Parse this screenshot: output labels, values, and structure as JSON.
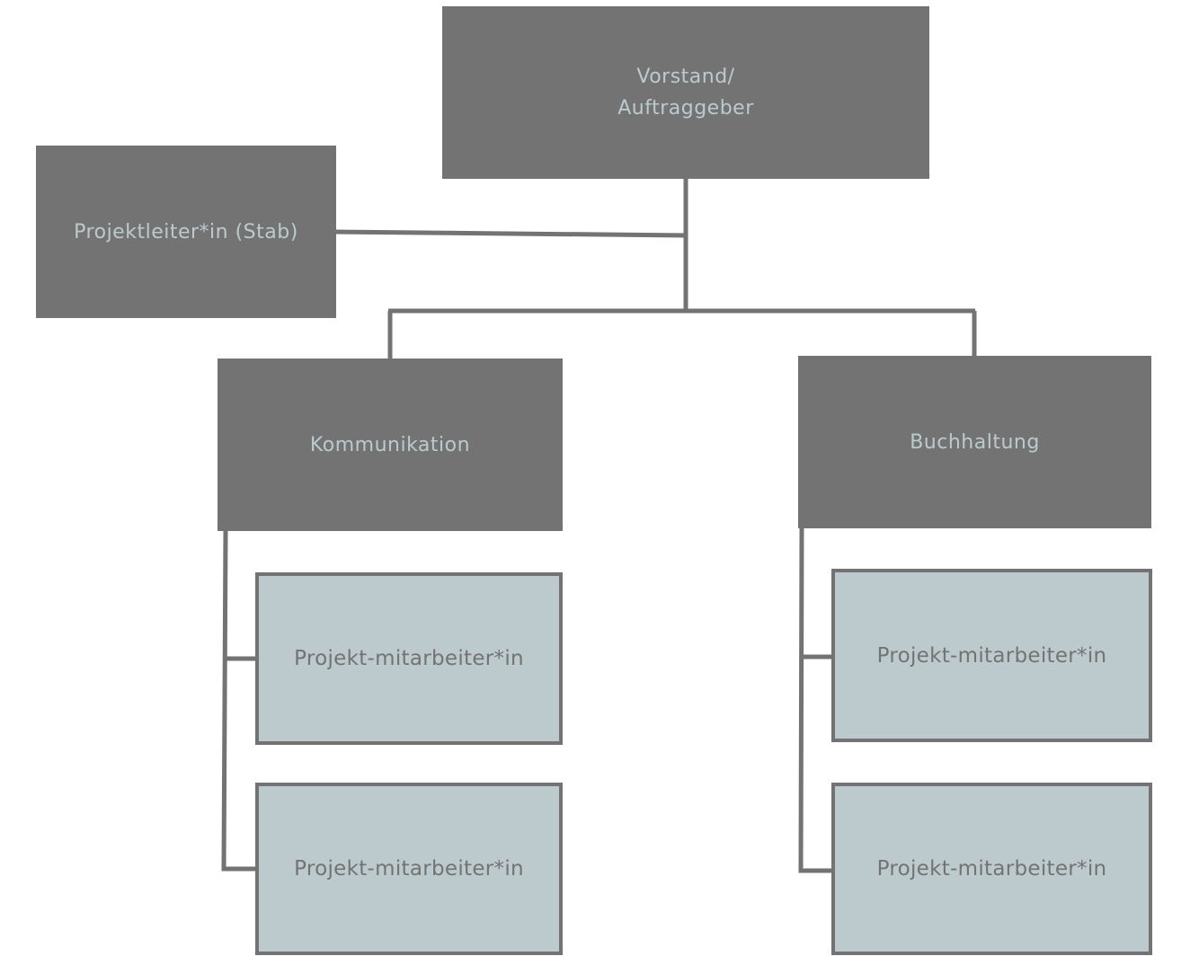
{
  "diagram": {
    "type": "org-chart",
    "nodes": [
      {
        "id": "vorstand",
        "label_line1": "Vorstand/",
        "label_line2": "Auftraggeber",
        "level": 0
      },
      {
        "id": "projektleiter",
        "label": "Projektleiter*in (Stab)",
        "level": "staff",
        "parent": "vorstand"
      },
      {
        "id": "kommunikation",
        "label": "Kommunikation",
        "level": 1,
        "parent": "vorstand"
      },
      {
        "id": "buchhaltung",
        "label": "Buchhaltung",
        "level": 1,
        "parent": "vorstand"
      },
      {
        "id": "komm-ma-1",
        "label": "Projekt-mitarbeiter*in",
        "level": 2,
        "parent": "kommunikation"
      },
      {
        "id": "komm-ma-2",
        "label": "Projekt-mitarbeiter*in",
        "level": 2,
        "parent": "kommunikation"
      },
      {
        "id": "buch-ma-1",
        "label": "Projekt-mitarbeiter*in",
        "level": 2,
        "parent": "buchhaltung"
      },
      {
        "id": "buch-ma-2",
        "label": "Projekt-mitarbeiter*in",
        "level": 2,
        "parent": "buchhaltung"
      }
    ],
    "colors": {
      "dark_box": "#737373",
      "dark_text": "#bccacd",
      "light_box": "#bccacd",
      "light_text": "#737373",
      "connector": "#737373"
    }
  }
}
